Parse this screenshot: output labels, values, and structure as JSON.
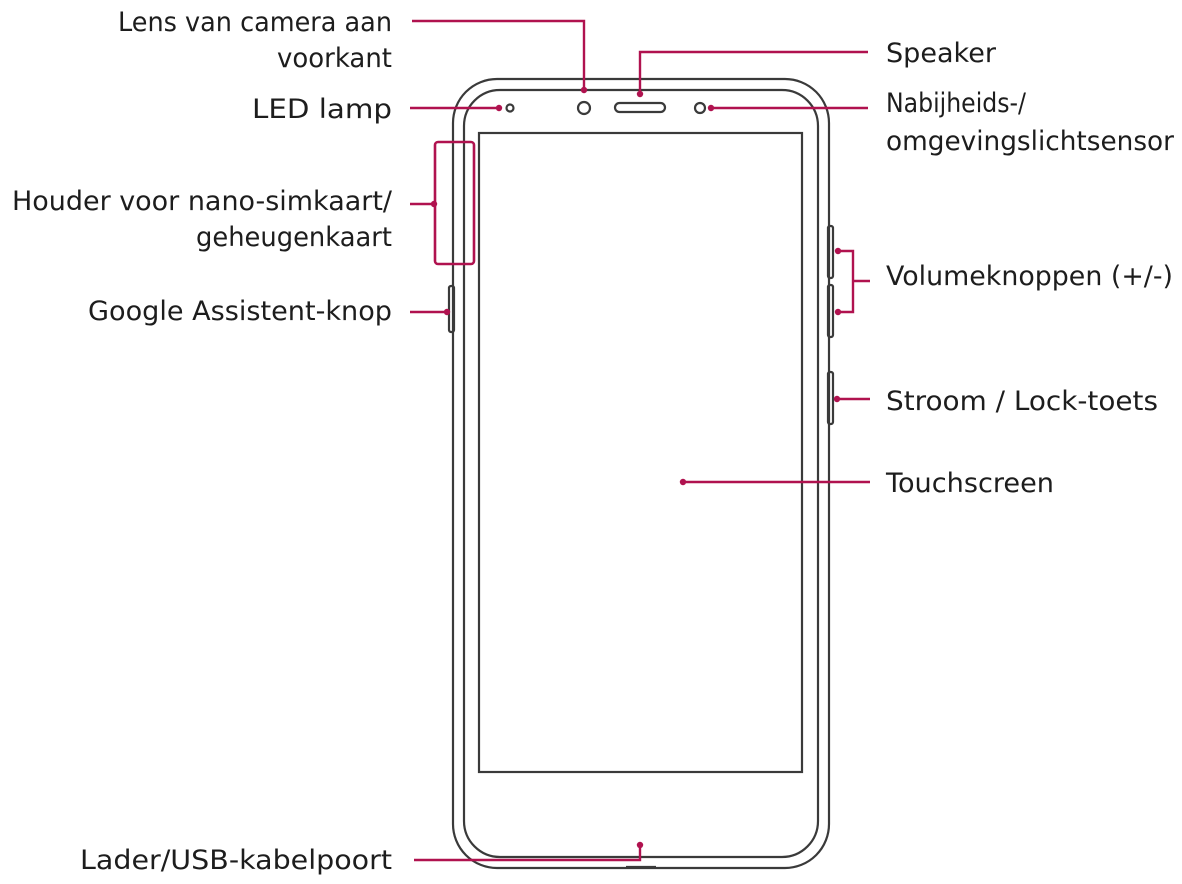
{
  "diagram": {
    "type": "device-front-view",
    "labels": {
      "front_camera": [
        "Lens van camera aan",
        "voorkant"
      ],
      "speaker": "Speaker",
      "led": "LED lamp",
      "proximity": [
        "Nabijheids-/",
        "omgevingslichtsensor"
      ],
      "sim_tray": [
        "Houder voor nano-simkaart/",
        "geheugenkaart"
      ],
      "volume": "Volumeknoppen (+/-)",
      "assistant": "Google Assistent-knop",
      "power": "Stroom / Lock-toets",
      "touchscreen": "Touchscreen",
      "charger": "Lader/USB-kabelpoort"
    },
    "colors": {
      "accent": "#b0124f",
      "outline": "#3a3a3a",
      "text": "#1d1d1d"
    }
  }
}
